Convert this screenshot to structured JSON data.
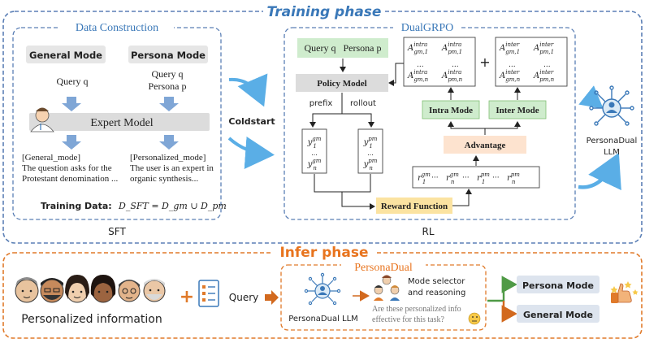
{
  "training": {
    "title": "Training phase",
    "sft_label": "SFT",
    "rl_label": "RL",
    "coldstart": "Coldstart"
  },
  "data_construction": {
    "title": "Data Construction",
    "general_mode": "General Mode",
    "persona_mode": "Persona Mode",
    "general_query": "Query q",
    "persona_query_line1": "Query q",
    "persona_query_line2": "Persona p",
    "expert_model": "Expert Model",
    "general_out_tag": "[General_mode]",
    "general_out_line1": "The question asks for the",
    "general_out_line2": "Protestant denomination ...",
    "persona_out_tag": "[Personalized_mode]",
    "persona_out_line1": "The user is an expert in",
    "persona_out_line2": "organic synthesis...",
    "training_data_label": "Training Data:",
    "training_data_formula": "D_SFT = D_gm ∪ D_pm"
  },
  "dualgrpo": {
    "title": "DualGRPO",
    "query_persona": "Query q   Persona p",
    "policy_model": "Policy Model",
    "prefix": "prefix",
    "rollout": "rollout",
    "y_gm_1": "y1 gm",
    "y_gm_n": "yn gm",
    "y_pm_1": "y1 pm",
    "y_pm_n": "yn pm",
    "intra_mode": "Intra Mode",
    "inter_mode": "Inter Mode",
    "advantage": "Advantage",
    "reward_function": "Reward Function",
    "plus": "+",
    "ellipsis": "...",
    "intra_a": [
      "A intra gm,1",
      "A intra pm,1",
      "A intra gm,n",
      "A intra pm,n"
    ],
    "inter_a": [
      "A inter gm,1",
      "A inter pm,1",
      "A inter gm,n",
      "A inter pm,n"
    ],
    "rewards": [
      "r1 gm",
      "rn gm",
      "r1 pm",
      "rn pm"
    ]
  },
  "llm_output": {
    "name_line1": "PersonaDual",
    "name_line2": "LLM"
  },
  "infer": {
    "title": "Infer phase",
    "personalized_info": "Personalized information",
    "plus": "+",
    "query": "Query",
    "personadual_title": "PersonaDual",
    "personadual_llm": "PersonaDual LLM",
    "mode_selector_line1": "Mode selector",
    "mode_selector_line2": "and reasoning",
    "question_line1": "Are these personalized info",
    "question_line2": "effective for this task?",
    "persona_mode": "Persona Mode",
    "general_mode": "General Mode"
  },
  "colors": {
    "blue_border": "#5b7fb5",
    "blue_title": "#3a78b8",
    "orange_border": "#e07a2a",
    "orange_title": "#e8741e",
    "arrow_blue": "#5aaee6",
    "green_box": "#cfeccd",
    "green_border": "#7fbf73",
    "peach": "#fde3cf",
    "yellow": "#fbe3a1",
    "gray_box": "#e6e6e6"
  }
}
